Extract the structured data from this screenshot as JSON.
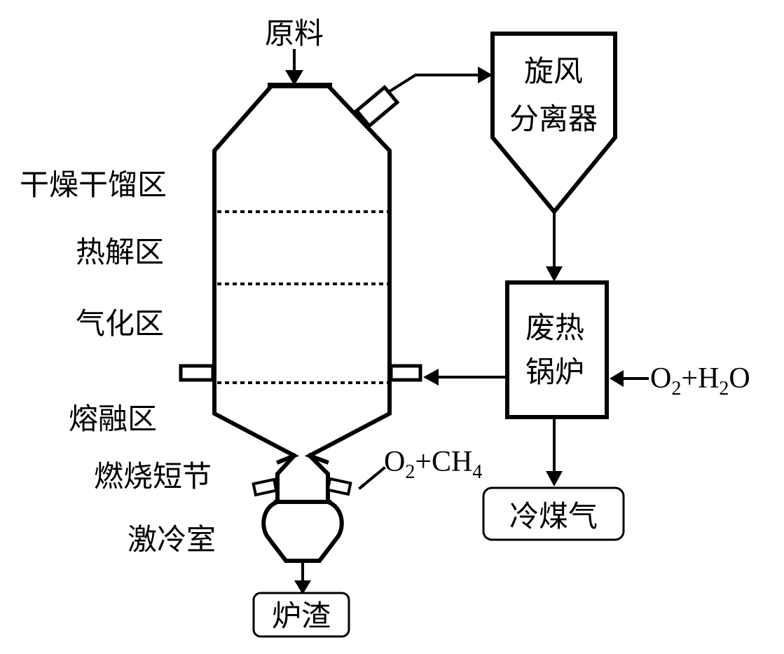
{
  "inputs": {
    "feed": "原料",
    "lower_feed": {
      "o2": "O",
      "o2_sub": "2",
      "plus": "+CH",
      "ch4_sub": "4"
    },
    "boiler_feed": {
      "o2": "O",
      "o2_sub": "2",
      "plus": "+H",
      "h2o_sub": "2",
      "o": "O"
    }
  },
  "zones": {
    "drying": "干燥干馏区",
    "pyrolysis": "热解区",
    "gasification": "气化区",
    "melting": "熔融区",
    "combustion": "燃烧短节",
    "quench": "激冷室"
  },
  "units": {
    "cyclone_line1": "旋风",
    "cyclone_line2": "分离器",
    "boiler_line1": "废热",
    "boiler_line2": "锅炉"
  },
  "outputs": {
    "slag": "炉渣",
    "cold_gas": "冷煤气"
  }
}
